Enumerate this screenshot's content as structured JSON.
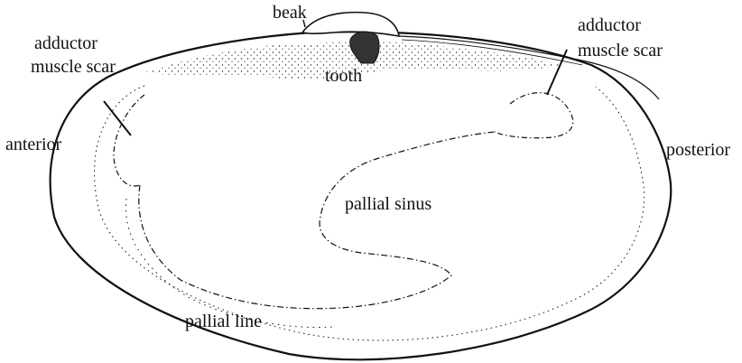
{
  "diagram": {
    "labels": {
      "beak": "beak",
      "tooth": "tooth",
      "adductor_left": [
        "adductor",
        "muscle scar"
      ],
      "adductor_right": [
        "adductor",
        "muscle scar"
      ],
      "anterior": "anterior",
      "posterior": "posterior",
      "pallial_sinus": "pallial sinus",
      "pallial_line": "pallial line"
    },
    "colors": {
      "ink": "#111111",
      "background": "#ffffff"
    }
  }
}
